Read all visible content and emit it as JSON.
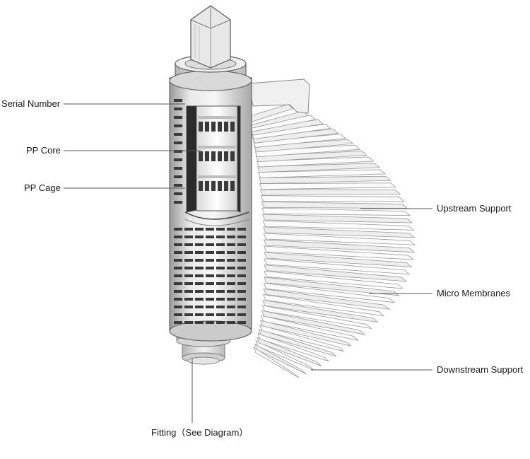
{
  "labels": {
    "serial_number": "Serial Number",
    "pp_core": "PP Core",
    "pp_cage": "PP Cage",
    "upstream_support": "Upstream Support",
    "micro_membranes": "Micro Membranes",
    "downstream_support": "Downstream Support",
    "fitting": "Fitting（See Diagram）"
  },
  "colors": {
    "line": "#555555",
    "metal_light": "#f2f2f2",
    "metal_mid": "#c8c8c8",
    "metal_dark": "#7a7a7a",
    "slot": "#3a3a3a",
    "pleat": "#fbfbfb",
    "pleat_edge": "#9a9a9a"
  }
}
